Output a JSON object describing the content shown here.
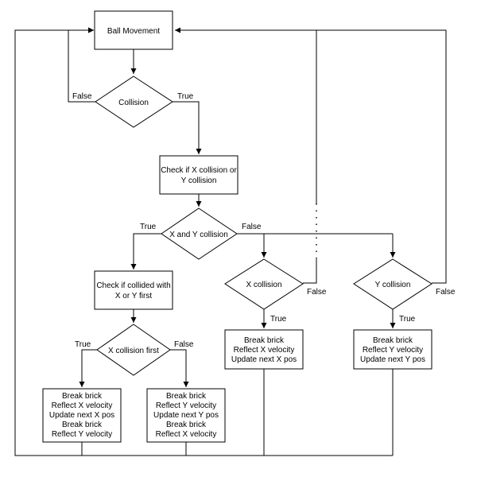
{
  "nodes": {
    "ball_movement": "Ball Movement",
    "collision": "Collision",
    "check_xy": [
      "Check if X collision or",
      "Y collision"
    ],
    "x_and_y": "X and Y collision",
    "check_first": [
      "Check if collided with",
      "X or Y first"
    ],
    "x_first": "X collision first",
    "x_collision": "X collision",
    "y_collision": "Y collision",
    "action_x_then_y": [
      "Break brick",
      "Reflect X velocity",
      "Update next X pos",
      "Break brick",
      "Reflect Y velocity"
    ],
    "action_y_then_x": [
      "Break brick",
      "Reflect Y velocity",
      "Update next Y pos",
      "Break brick",
      "Reflect X velocity"
    ],
    "action_x": [
      "Break brick",
      "Reflect X velocity",
      "Update next X pos"
    ],
    "action_y": [
      "Break brick",
      "Reflect Y velocity",
      "Update next Y pos"
    ]
  },
  "labels": {
    "true": "True",
    "false": "False"
  }
}
